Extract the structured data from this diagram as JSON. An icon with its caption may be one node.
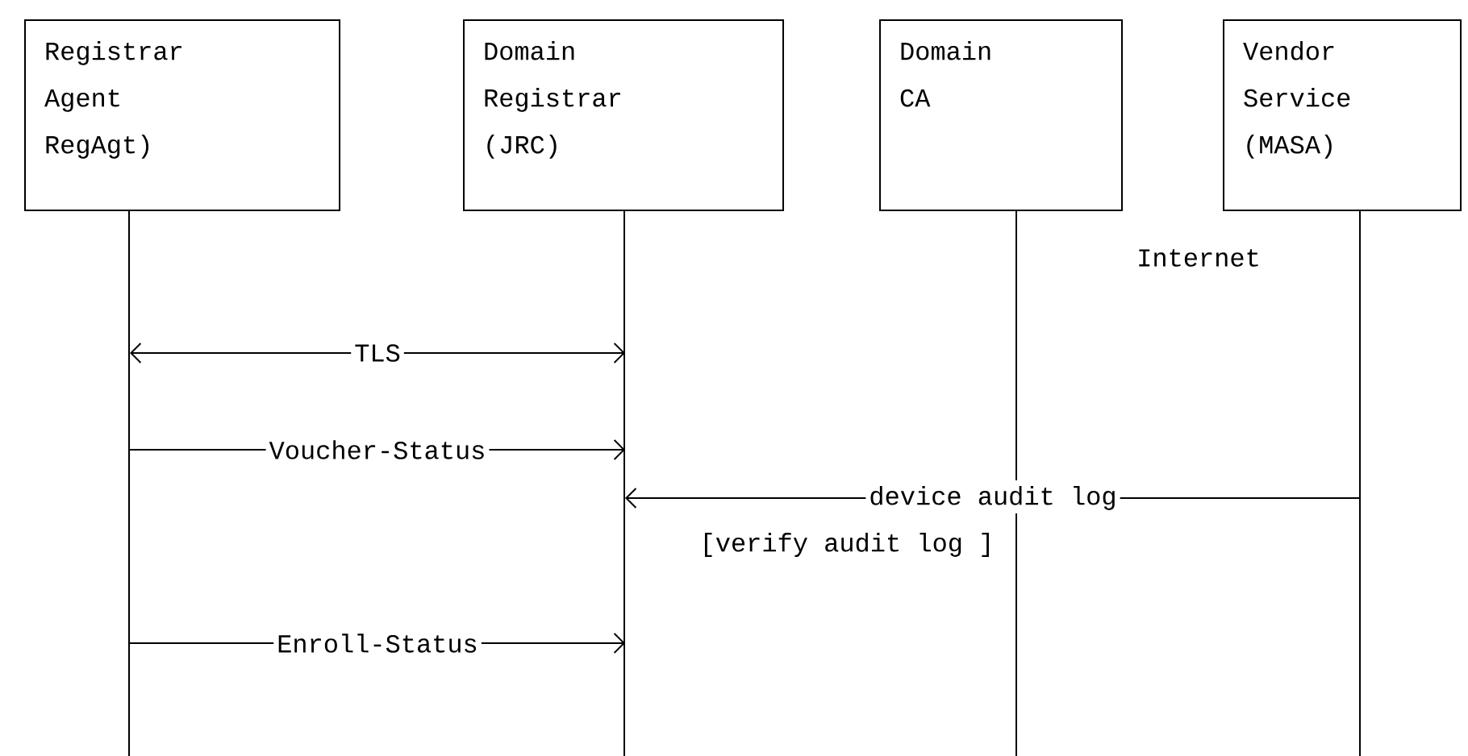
{
  "diagram": {
    "nodes": [
      {
        "text": [
          "Registrar Agent RegAgt)"
        ]
      },
      {
        "text": [
          "Domain Registrar (JRC)"
        ]
      },
      {
        "text": [
          "Domain CA"
        ]
      },
      {
        "text": [
          "Vendor Service (MASA)"
        ]
      }
    ],
    "edges": [
      {
        "from": 0,
        "to": 1,
        "arrow": "both",
        "label": "TLS"
      },
      {
        "from": 0,
        "to": 1,
        "arrow": "to",
        "label": "Voucher-Status"
      },
      {
        "from": 3,
        "to": 1,
        "arrow": "to",
        "label": "device audit log"
      },
      {
        "from": 0,
        "to": 1,
        "arrow": "to",
        "label": "Enroll-Status"
      }
    ],
    "labels": [
      "Internet",
      "[verify audit log ]"
    ]
  }
}
